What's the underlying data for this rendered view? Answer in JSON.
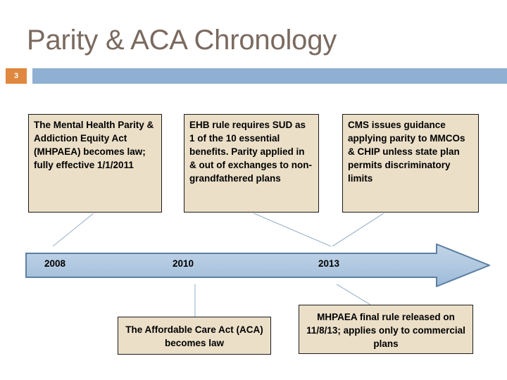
{
  "slide": {
    "title": "Parity & ACA Chronology",
    "number": "3",
    "colors": {
      "title_text": "#7a6a5f",
      "badge_background": "#e08740",
      "header_rule": "#8fb0d3",
      "callout_background": "#ebdfc8",
      "callout_border": "#1a1a1a",
      "arrow_fill_light": "#b8cde3",
      "arrow_fill_dark": "#9cb9d8",
      "arrow_border": "#5c7fa3",
      "connector_line": "#9ab3cc"
    }
  },
  "timeline": {
    "years": [
      {
        "label": "2008"
      },
      {
        "label": "2010"
      },
      {
        "label": "2013"
      }
    ]
  },
  "callouts": {
    "top": [
      {
        "id": "mhpaea-2008",
        "text": "The Mental Health Parity & Addiction Equity Act (MHPAEA) becomes law; fully effective 1/1/2011"
      },
      {
        "id": "ehb-2013",
        "text": "EHB rule requires SUD as 1 of the 10 essential benefits. Parity applied in & out of exchanges to non-grandfathered plans"
      },
      {
        "id": "cms-2013",
        "text": "CMS issues guidance applying parity to MMCOs & CHIP unless state plan permits discriminatory limits"
      }
    ],
    "bottom": [
      {
        "id": "aca-2010",
        "text": "The Affordable Care Act (ACA) becomes law"
      },
      {
        "id": "mhpaea-final-rule",
        "text": "MHPAEA final rule released on 11/8/13; applies only to commercial plans"
      }
    ]
  }
}
